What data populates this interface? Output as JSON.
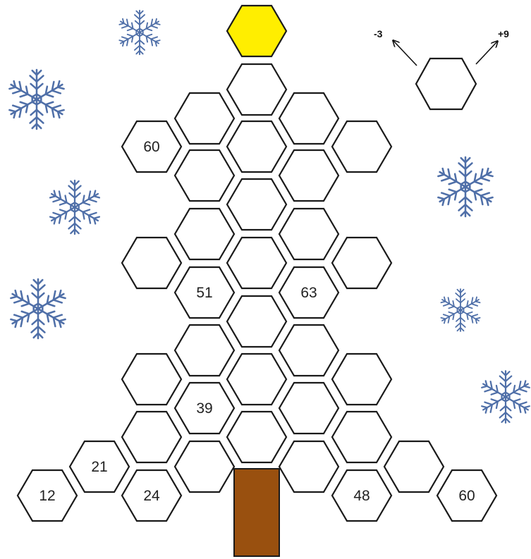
{
  "puzzle": {
    "key_hexagon": {
      "left_label": "-3",
      "right_label": "+9"
    },
    "cells": [
      {
        "id": "star",
        "value": "",
        "fill": "#ffee00"
      },
      {
        "id": "r1",
        "value": ""
      },
      {
        "id": "r2a",
        "value": ""
      },
      {
        "id": "r2b",
        "value": ""
      },
      {
        "id": "r3a",
        "value": "60"
      },
      {
        "id": "r3b",
        "value": ""
      },
      {
        "id": "r3c",
        "value": ""
      },
      {
        "id": "r4a",
        "value": ""
      },
      {
        "id": "r4b",
        "value": ""
      },
      {
        "id": "r5",
        "value": ""
      },
      {
        "id": "r6a",
        "value": ""
      },
      {
        "id": "r6b",
        "value": ""
      },
      {
        "id": "r7a",
        "value": ""
      },
      {
        "id": "r7b",
        "value": ""
      },
      {
        "id": "r7c",
        "value": ""
      },
      {
        "id": "r8a",
        "value": "51"
      },
      {
        "id": "r8b",
        "value": "63"
      },
      {
        "id": "r9",
        "value": ""
      },
      {
        "id": "r10a",
        "value": ""
      },
      {
        "id": "r10b",
        "value": ""
      },
      {
        "id": "r11a",
        "value": ""
      },
      {
        "id": "r11b",
        "value": ""
      },
      {
        "id": "r11c",
        "value": ""
      },
      {
        "id": "r12a",
        "value": "39"
      },
      {
        "id": "r12b",
        "value": ""
      },
      {
        "id": "r13a",
        "value": ""
      },
      {
        "id": "r13b",
        "value": ""
      },
      {
        "id": "r13c",
        "value": ""
      },
      {
        "id": "r14a",
        "value": "21"
      },
      {
        "id": "r14b",
        "value": ""
      },
      {
        "id": "r14c",
        "value": ""
      },
      {
        "id": "r14d",
        "value": ""
      },
      {
        "id": "r15a",
        "value": "12"
      },
      {
        "id": "r15b",
        "value": "24"
      },
      {
        "id": "r15c",
        "value": "48"
      },
      {
        "id": "r15d",
        "value": "60"
      }
    ]
  },
  "colors": {
    "hex_stroke": "#1a1a1a",
    "star_fill": "#ffee00",
    "trunk": "#99500f",
    "snowflake": "#4f6fa8"
  },
  "icons": {
    "snowflake": "snowflake-icon",
    "arrow": "arrow-icon"
  }
}
